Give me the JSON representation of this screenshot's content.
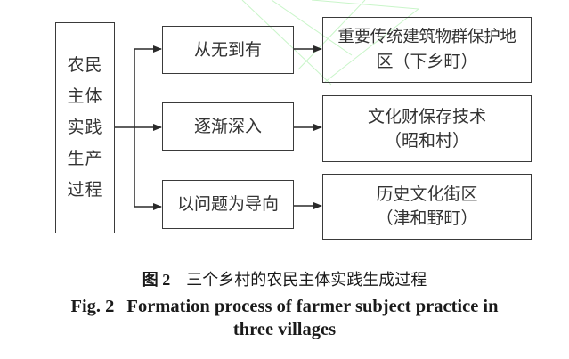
{
  "diagram": {
    "source": {
      "lines": [
        "农民",
        "主体",
        "实践",
        "生产",
        "过程"
      ]
    },
    "stages": [
      {
        "label": "从无到有"
      },
      {
        "label": "逐渐深入"
      },
      {
        "label": "以问题为导向"
      }
    ],
    "outcomes": [
      {
        "lines": [
          "重要传统建筑物群保护地",
          "区（下乡町）"
        ]
      },
      {
        "lines": [
          "文化财保存技术",
          "（昭和村）"
        ]
      },
      {
        "lines": [
          "历史文化街区",
          "（津和野町）"
        ]
      }
    ],
    "colors": {
      "line": "#2a2a2a",
      "watermark": "#c8f5c8"
    }
  },
  "caption": {
    "cn_fignum": "图 2",
    "cn_title": "三个乡村的农民主体实践生成过程",
    "en_fignum": "Fig. 2",
    "en_title_line1": "Formation process of farmer subject practice in",
    "en_title_line2": "three villages"
  }
}
